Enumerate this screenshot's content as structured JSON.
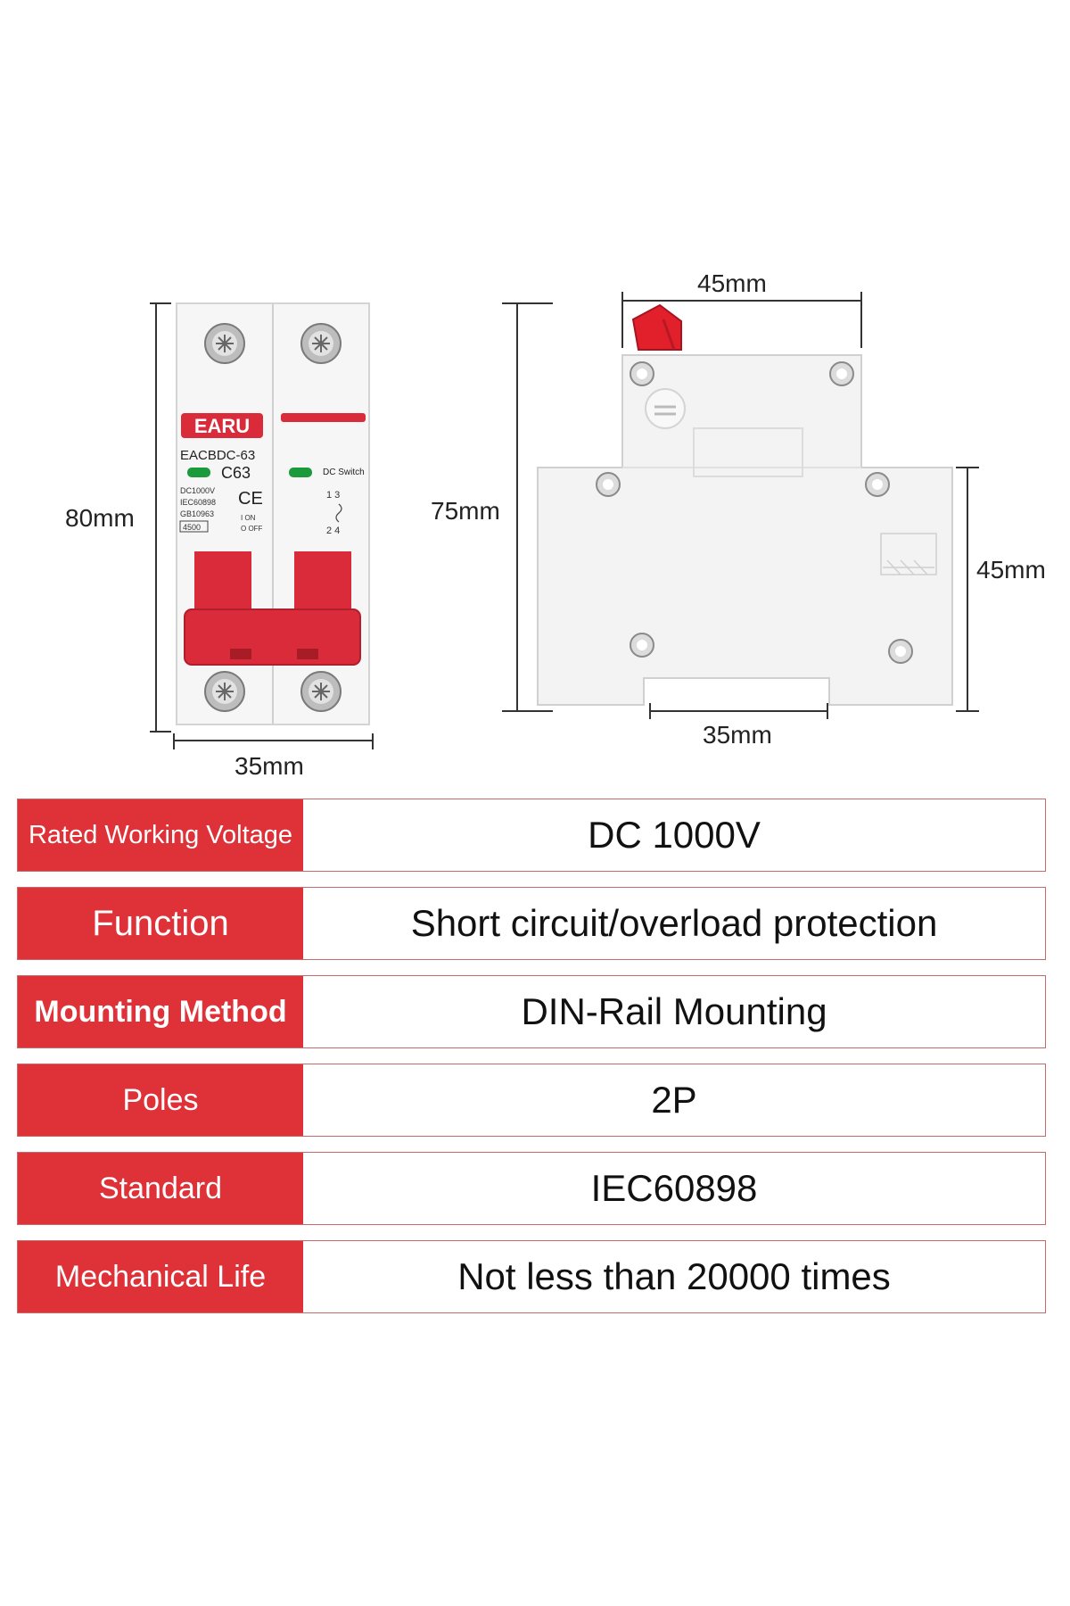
{
  "dimensions": {
    "front_height": "80mm",
    "front_width": "35mm",
    "side_total_height": "75mm",
    "side_top_width": "45mm",
    "side_body_height": "45mm",
    "side_rail_width": "35mm"
  },
  "product_labels": {
    "brand": "EARU",
    "model": "EACBDC-63",
    "rating": "C63",
    "voltage": "DC1000V",
    "standard_1": "IEC60898",
    "standard_2": "GB10963",
    "capacity": "4500",
    "ce_mark": "CE",
    "on_label": "I ON",
    "off_label": "O OFF",
    "dc_switch": "DC Switch",
    "terminals_top": "1 3",
    "terminals_bottom": "2 4"
  },
  "colors": {
    "accent_red": "#df3138",
    "handle_red": "#d92b3a",
    "indicator_green": "#1a9a3a"
  },
  "specs": [
    {
      "label": "Rated Working Voltage",
      "value": "DC 1000V"
    },
    {
      "label": "Function",
      "value": "Short circuit/overload protection"
    },
    {
      "label": "Mounting Method",
      "value": "DIN-Rail Mounting"
    },
    {
      "label": "Poles",
      "value": "2P"
    },
    {
      "label": "Standard",
      "value": "IEC60898"
    },
    {
      "label": "Mechanical Life",
      "value": "Not less than 20000 times"
    }
  ]
}
